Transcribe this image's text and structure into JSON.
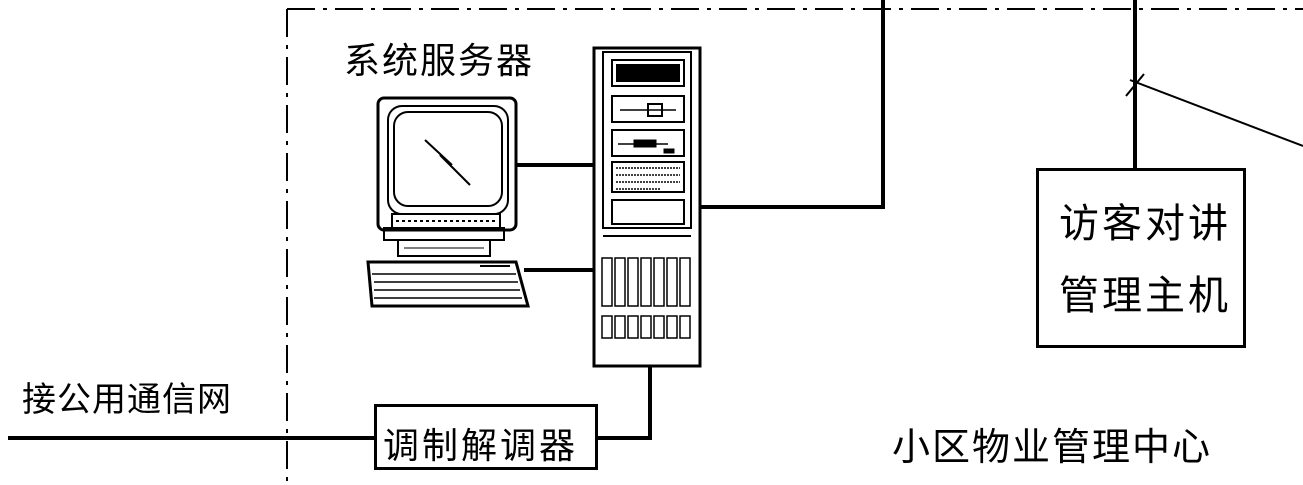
{
  "labels": {
    "system_server": "系统服务器",
    "intercom_host_line1": "访客对讲",
    "intercom_host_line2": "管理主机",
    "public_network": "接公用通信网",
    "modem": "调制解调器",
    "management_center": "小区物业管理中心"
  },
  "colors": {
    "line": "#000000",
    "background": "#ffffff"
  },
  "icons": [
    "monitor-icon",
    "keyboard-icon",
    "server-tower-icon"
  ]
}
